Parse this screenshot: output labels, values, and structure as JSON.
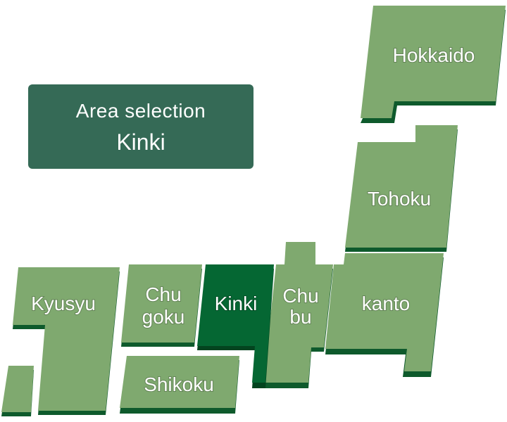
{
  "panel": {
    "title": "Area selection",
    "selected_area": "Kinki"
  },
  "regions": {
    "hokkaido": "Hokkaido",
    "tohoku": "Tohoku",
    "kanto": "kanto",
    "chubu_line1": "Chu",
    "chubu_line2": "bu",
    "kinki": "Kinki",
    "chugoku_line1": "Chu",
    "chugoku_line2": "goku",
    "shikoku": "Shikoku",
    "kyusyu": "Kyusyu"
  },
  "colors": {
    "region_fill": "#7fa96f",
    "region_shadow": "#0e5a2c",
    "selected_fill": "#056733",
    "panel_bg": "#356a56"
  }
}
